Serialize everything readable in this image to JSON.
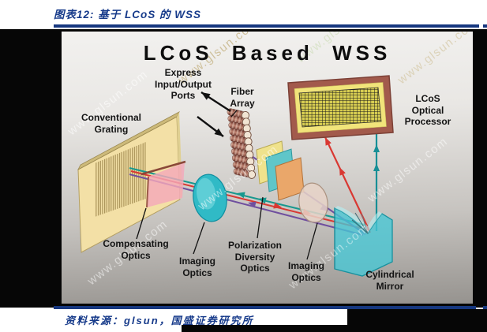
{
  "header": {
    "title": "图表12: 基于 LCoS 的 WSS"
  },
  "footer": {
    "source": "资料来源：glsun，国盛证券研究所"
  },
  "diagram": {
    "title": "LCoS Based WSS",
    "watermark": "www.glsun.com",
    "labels": {
      "express_ports": "Express\nInput/Output\nPorts",
      "fiber_array": "Fiber\nArray",
      "lcos_processor": "LCoS Optical\nProcessor",
      "conventional_grating": "Conventional\nGrating",
      "compensating_optics": "Compensating\nOptics",
      "imaging_optics_1": "Imaging\nOptics",
      "polarization_diversity_optics": "Polarization\nDiversity\nOptics",
      "imaging_optics_2": "Imaging\nOptics",
      "cylindrical_mirror": "Cylindrical\nMirror"
    },
    "colors": {
      "rule_blue": "#16377f",
      "caption_blue": "#163a8a",
      "beam_red": "#d93832",
      "beam_teal": "#17988e",
      "beam_purple": "#6f4f9e",
      "grating_tan": "#f3e0a6",
      "compensating_pink": "#f4a8ba",
      "lens_teal": "#30bac6",
      "plane_yellow": "#efe28c",
      "plane_teal": "#5fc6c9",
      "plane_orange": "#eaa76a",
      "lens_beige": "#e8d4c8",
      "mirror_teal": "#46c8d6",
      "lcos_frame": "#a25a4c",
      "lcos_yellow": "#f1e47a",
      "fiber_brown": "#7a3c30"
    }
  }
}
